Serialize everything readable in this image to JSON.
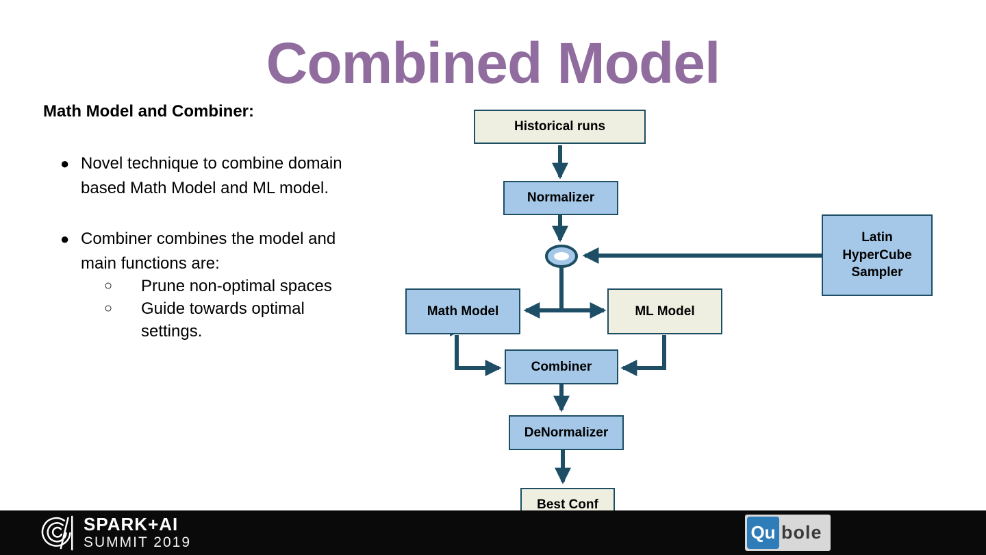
{
  "slide": {
    "title": "Combined Model",
    "accent_color": "#916d9f"
  },
  "content": {
    "heading": "Math Model and Combiner:",
    "bullet_glyph": "●",
    "sub_bullet_glyph": "○",
    "bullets": [
      {
        "text": "Novel technique to combine domain based Math Model and ML model."
      },
      {
        "text": "Combiner combines the model and main functions are:",
        "sub": [
          "Prune non-optimal spaces",
          "Guide towards optimal settings."
        ]
      }
    ]
  },
  "diagram": {
    "nodes": [
      {
        "id": "historical",
        "label": "Historical runs",
        "style": "cream"
      },
      {
        "id": "normalizer",
        "label": "Normalizer",
        "style": "blue"
      },
      {
        "id": "latin",
        "label": "Latin HyperCube Sampler",
        "style": "blue"
      },
      {
        "id": "math",
        "label": "Math Model",
        "style": "blue"
      },
      {
        "id": "ml",
        "label": "ML Model",
        "style": "cream"
      },
      {
        "id": "combiner",
        "label": "Combiner",
        "style": "blue"
      },
      {
        "id": "denormalizer",
        "label": "DeNormalizer",
        "style": "blue"
      },
      {
        "id": "best",
        "label": "Best Conf",
        "style": "cream"
      }
    ],
    "colors": {
      "box_blue": "#a5c8e8",
      "box_cream": "#eeeee1",
      "border": "#1d4e63",
      "arrow": "#1d4e66"
    }
  },
  "footer": {
    "conference": {
      "line1": "SPARK+AI",
      "line2": "SUMMIT 2019"
    },
    "sponsor": {
      "part1": "Qu",
      "part2": "bole"
    }
  }
}
